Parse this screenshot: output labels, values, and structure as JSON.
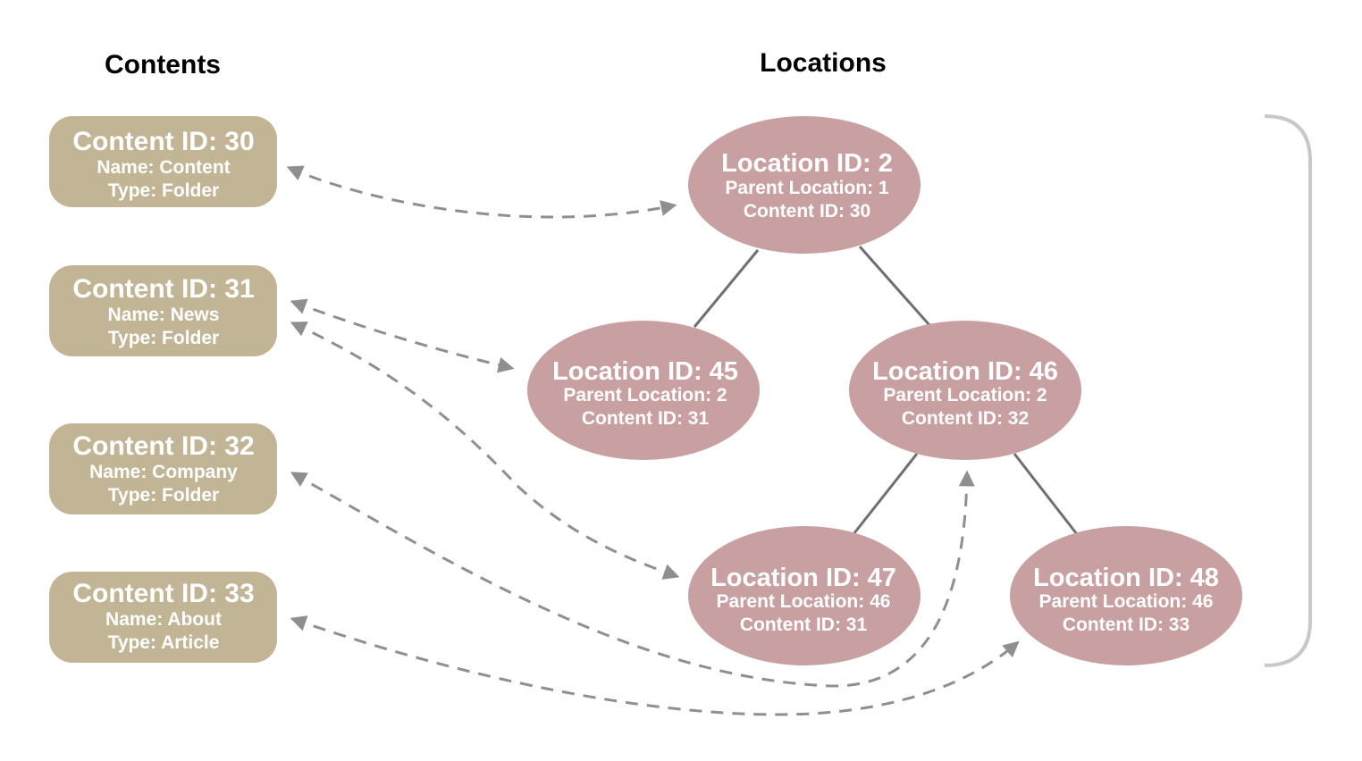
{
  "headings": {
    "contents": "Contents",
    "locations": "Locations"
  },
  "colors": {
    "content_box": "#c2b595",
    "location_node": "#c9a0a2",
    "tree_edge": "#6f6f6f",
    "dashed_link": "#8f8f8f",
    "bracket": "#c8c8c8",
    "text_light": "#ffffff",
    "text_dark": "#000000"
  },
  "contents": [
    {
      "title": "Content ID: 30",
      "name": "Name: Content",
      "type": "Type: Folder"
    },
    {
      "title": "Content ID: 31",
      "name": "Name: News",
      "type": "Type: Folder"
    },
    {
      "title": "Content ID: 32",
      "name": "Name: Company",
      "type": "Type: Folder"
    },
    {
      "title": "Content ID: 33",
      "name": "Name: About",
      "type": "Type: Article"
    }
  ],
  "locations": [
    {
      "title": "Location ID: 2",
      "parent": "Parent Location: 1",
      "content": "Content ID: 30"
    },
    {
      "title": "Location ID: 45",
      "parent": "Parent Location: 2",
      "content": "Content ID: 31"
    },
    {
      "title": "Location ID: 46",
      "parent": "Parent Location: 2",
      "content": "Content ID: 32"
    },
    {
      "title": "Location ID: 47",
      "parent": "Parent Location: 46",
      "content": "Content ID: 31"
    },
    {
      "title": "Location ID: 48",
      "parent": "Parent Location: 46",
      "content": "Content ID: 33"
    }
  ],
  "tree_edges": [
    {
      "from": "Location ID: 2",
      "to": "Location ID: 45"
    },
    {
      "from": "Location ID: 2",
      "to": "Location ID: 46"
    },
    {
      "from": "Location ID: 46",
      "to": "Location ID: 47"
    },
    {
      "from": "Location ID: 46",
      "to": "Location ID: 48"
    }
  ],
  "content_links": [
    {
      "content": "Content ID: 30",
      "location": "Location ID: 2"
    },
    {
      "content": "Content ID: 31",
      "location": "Location ID: 45"
    },
    {
      "content": "Content ID: 31",
      "location": "Location ID: 47"
    },
    {
      "content": "Content ID: 32",
      "location": "Location ID: 46"
    },
    {
      "content": "Content ID: 33",
      "location": "Location ID: 48"
    }
  ]
}
